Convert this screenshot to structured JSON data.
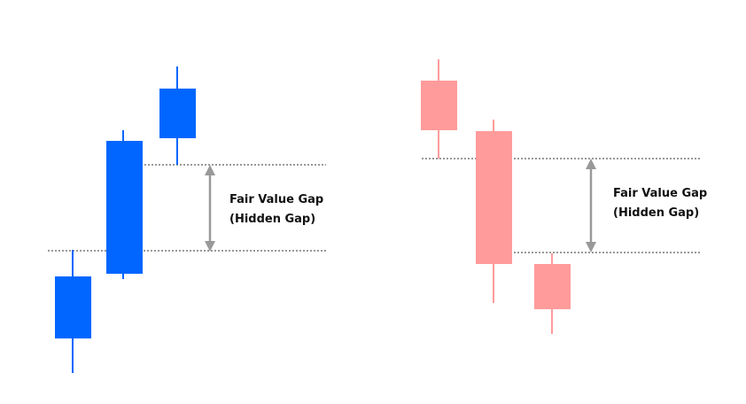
{
  "colors": {
    "bullish": "#0066ff",
    "bearish": "#ff9b9b",
    "arrow": "#999999",
    "dotted_line": "#333333"
  },
  "panels": [
    {
      "id": "bullish",
      "label_line1": "Fair Value Gap",
      "label_line2": "(Hidden Gap)"
    },
    {
      "id": "bearish",
      "label_line1": "Fair Value Gap",
      "label_line2": "(Hidden Gap)"
    }
  ]
}
